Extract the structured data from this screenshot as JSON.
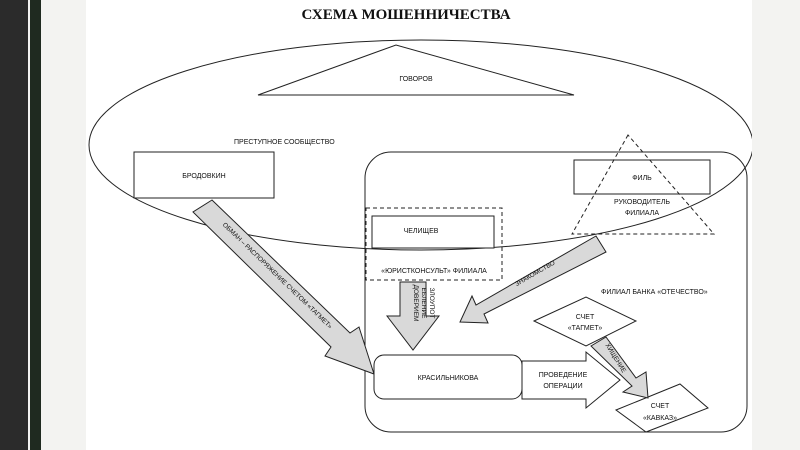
{
  "title": "СХЕМА МОШЕННИЧЕСТВА",
  "colors": {
    "background": "#f3f3f1",
    "slide": "#ffffff",
    "left_bar": "#2b2b2b",
    "accent_bar": "#1f2a20",
    "arrow_fill": "#d9d9d9",
    "stroke": "#222222"
  },
  "nodes": {
    "govorov": "ГОВОРОВ",
    "criminal_community": "ПРЕСТУПНОЕ СООБЩЕСТВО",
    "brodovkin": "БРОДОВКИН",
    "fil": "ФИЛЬ",
    "branch_head_line1": "РУКОВОДИТЕЛЬ",
    "branch_head_line2": "ФИЛИАЛА",
    "chelishchev": "ЧЕЛИЩЕВ",
    "branch_lawyer": "«ЮРИСТКОНСУЛЬТ» ФИЛИАЛА",
    "bank_branch": "ФИЛИАЛ БАНКА «ОТЕЧЕСТВО»",
    "account_tagmet_line1": "СЧЕТ",
    "account_tagmet_line2": "«ТАГМЕТ»",
    "krasilnikova": "КРАСИЛЬНИКОВА",
    "account_kavkaz_line1": "СЧЕТ",
    "account_kavkaz_line2": "«КАВКАЗ»"
  },
  "arrows": {
    "deception": "ОБМАН – РАСПОРЯЖЕНИЕ СЧЕТОМ «ТАГМЕТ»",
    "acquaintance": "ЗНАКОМСТВО",
    "abuse_line1": "ЗЛОУПОТ",
    "abuse_line2": "ЕБЛЕНИЕ",
    "abuse_line3": "ДОВЕРИЕМ",
    "operation_line1": "ПРОВЕДЕНИЕ",
    "operation_line2": "ОПЕРАЦИИ",
    "theft": "ХИЩЕНИЕ"
  }
}
